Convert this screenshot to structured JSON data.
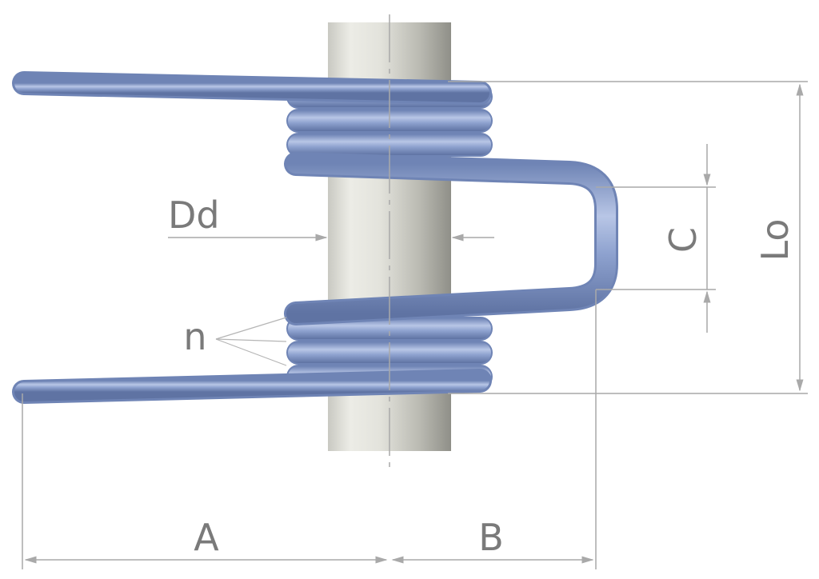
{
  "diagram": {
    "colors": {
      "background": "#ffffff",
      "spring_wire": "#8ea2cf",
      "spring_wire_dark": "#6f84b5",
      "mandrel": "#d8d8d2",
      "dimension_line": "#a9a9a9",
      "label": "#7a7a7a"
    },
    "labels": {
      "dd": "Dd",
      "c": "C",
      "lo": "Lo",
      "n": "n",
      "a": "A",
      "b": "B"
    }
  }
}
